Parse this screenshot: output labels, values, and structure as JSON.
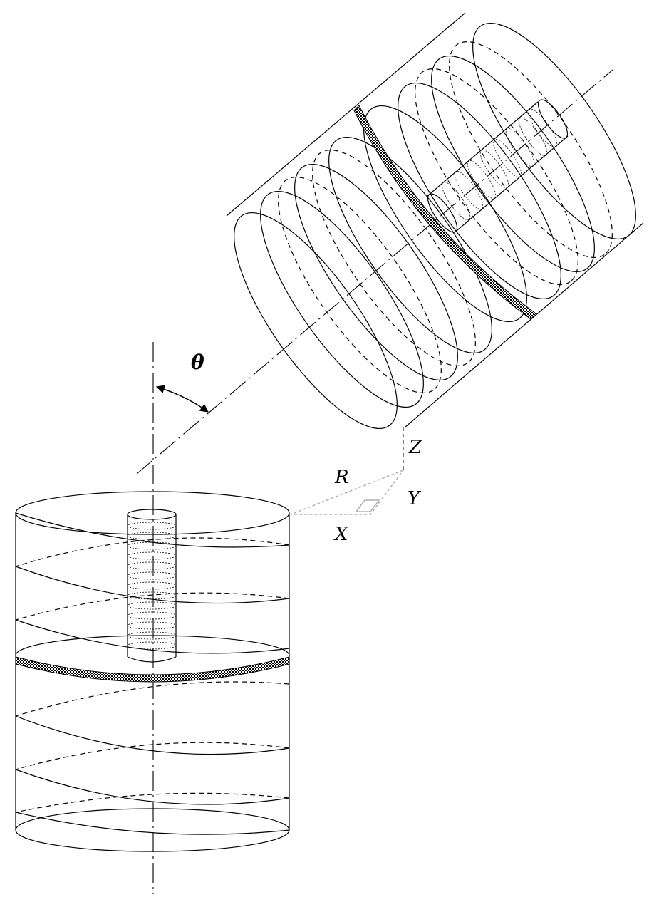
{
  "labels": {
    "theta": "θ",
    "z": "Z",
    "r": "R",
    "y": "Y",
    "x": "X"
  },
  "colors": {
    "line": "#000000",
    "coordinate_system": "#b0b0b0",
    "background": "#ffffff"
  }
}
